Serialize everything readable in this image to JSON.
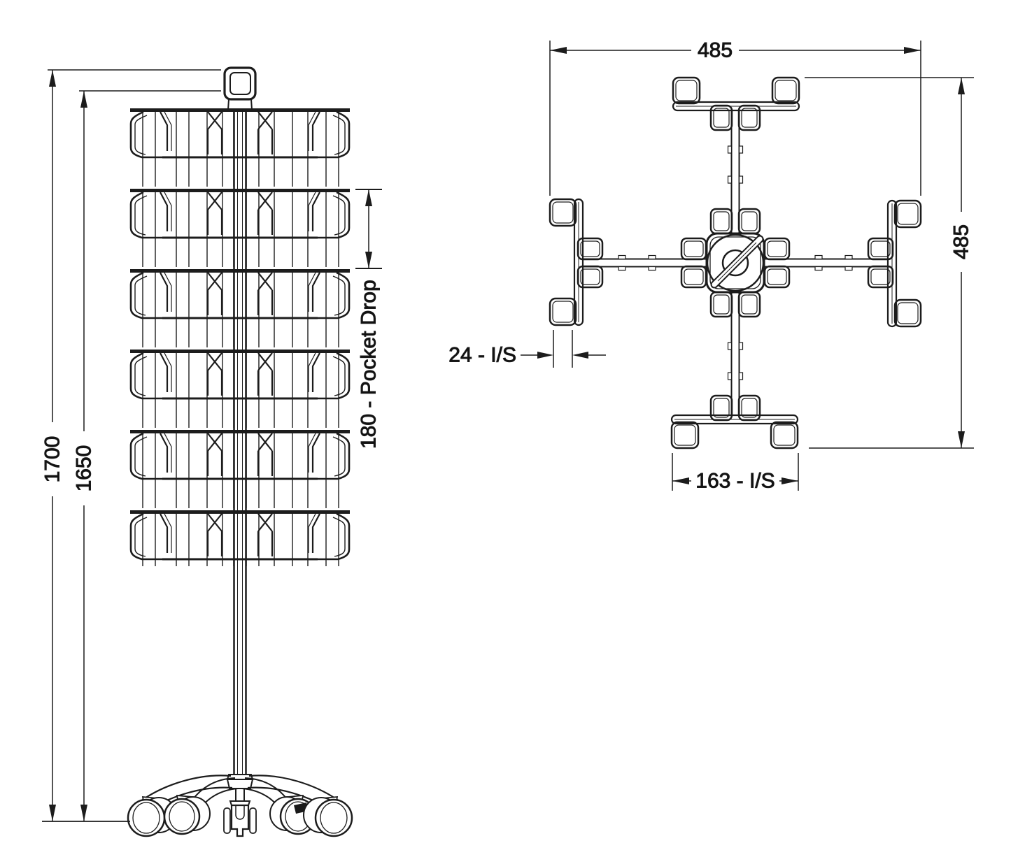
{
  "drawing": {
    "front_view": {
      "overall_height": "1700",
      "pole_height": "1650",
      "pocket_drop": "180 - Pocket Drop"
    },
    "plan_view": {
      "overall_width": "485",
      "overall_depth": "485",
      "pocket_pitch": "24 - I/S",
      "pocket_inside_width": "163 - I/S"
    }
  }
}
